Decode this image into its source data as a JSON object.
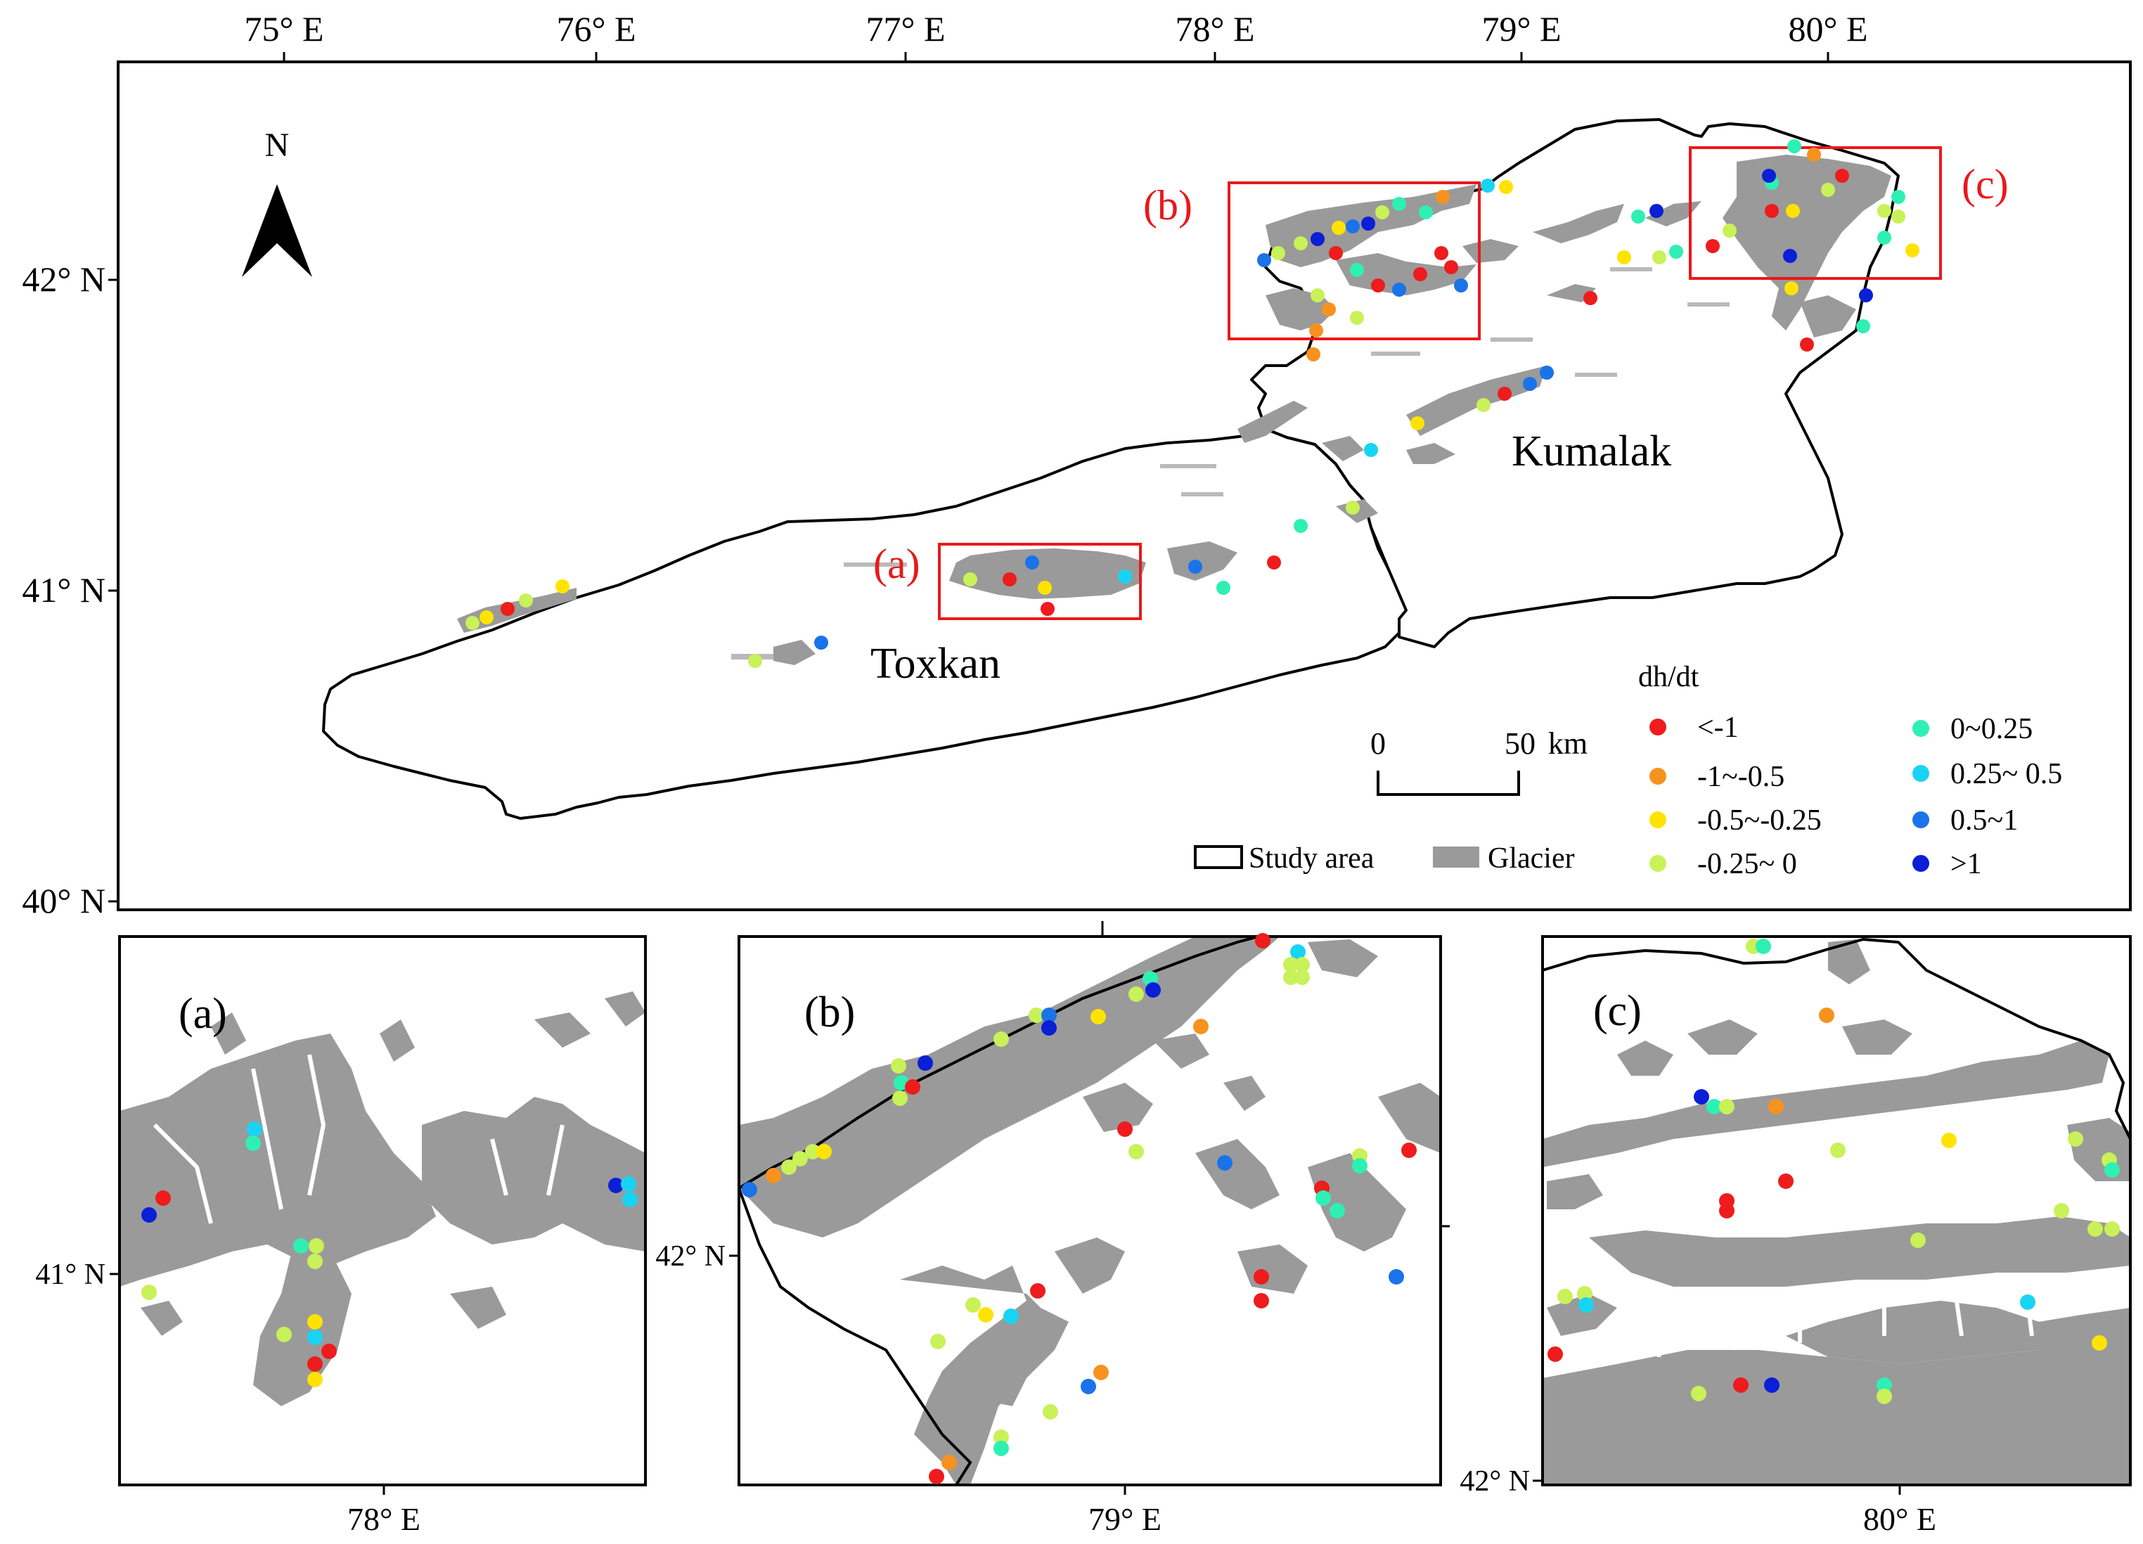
{
  "main_map": {
    "lon_ticks": [
      "75° E",
      "76° E",
      "77° E",
      "78° E",
      "79° E",
      "80° E"
    ],
    "lat_ticks": [
      "42° N",
      "41° N",
      "40° N"
    ],
    "north_label": "N",
    "region_labels": {
      "toxkan": "Toxkan",
      "kumalak": "Kumalak"
    },
    "box_labels": {
      "a": "(a)",
      "b": "(b)",
      "c": "(c)"
    },
    "scalebar": {
      "zero": "0",
      "fifty": "50",
      "unit": "km"
    },
    "legend": {
      "title": "dh/dt",
      "study_area": "Study area",
      "glacier": "Glacier",
      "classes": [
        {
          "label": "<-1",
          "color": "#ee1c1c"
        },
        {
          "label": "-1~-0.5",
          "color": "#f7921e"
        },
        {
          "label": "-0.5~-0.25",
          "color": "#ffe300"
        },
        {
          "label": "-0.25~ 0",
          "color": "#c9f158"
        },
        {
          "label": "0~0.25",
          "color": "#2ef0b4"
        },
        {
          "label": "0.25~ 0.5",
          "color": "#18d4f4"
        },
        {
          "label": "0.5~1",
          "color": "#1a73e8"
        },
        {
          "label": ">1",
          "color": "#0a1fd6"
        }
      ]
    },
    "colors": {
      "glacier": "#999999",
      "highlight": "#e8191b",
      "boundary": "#000000"
    }
  },
  "insets": {
    "a": {
      "label": "(a)",
      "lon_tick": "78° E",
      "lat_tick": "41° N"
    },
    "b": {
      "label": "(b)",
      "lon_tick": "79° E",
      "lat_tick": "42° N"
    },
    "c": {
      "label": "(c)",
      "lon_tick": "80° E",
      "lat_tick": "42° N"
    }
  }
}
